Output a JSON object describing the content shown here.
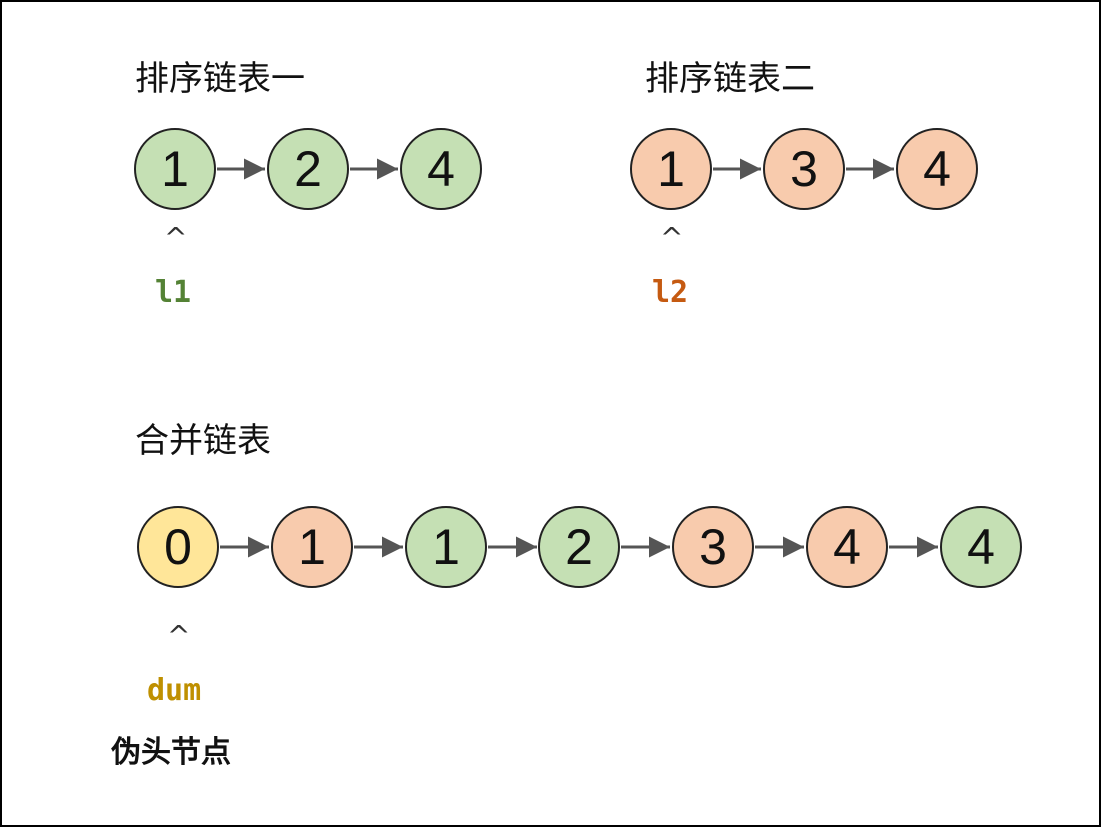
{
  "colors": {
    "list1": "#c5e0b4",
    "list2": "#f8cbad",
    "dummy": "#ffe699",
    "l1_label": "#548235",
    "l2_label": "#c55a11",
    "dum_label": "#bf9000"
  },
  "list1": {
    "title": "排序链表一",
    "nodes": [
      "1",
      "2",
      "4"
    ],
    "pointer": {
      "caret": "^",
      "label": "l1"
    }
  },
  "list2": {
    "title": "排序链表二",
    "nodes": [
      "1",
      "3",
      "4"
    ],
    "pointer": {
      "caret": "^",
      "label": "l2"
    }
  },
  "merged": {
    "title": "合并链表",
    "nodes": [
      "0",
      "1",
      "1",
      "2",
      "3",
      "4",
      "4"
    ],
    "pointer": {
      "caret": "^",
      "label": "dum"
    },
    "note": "伪头节点"
  }
}
